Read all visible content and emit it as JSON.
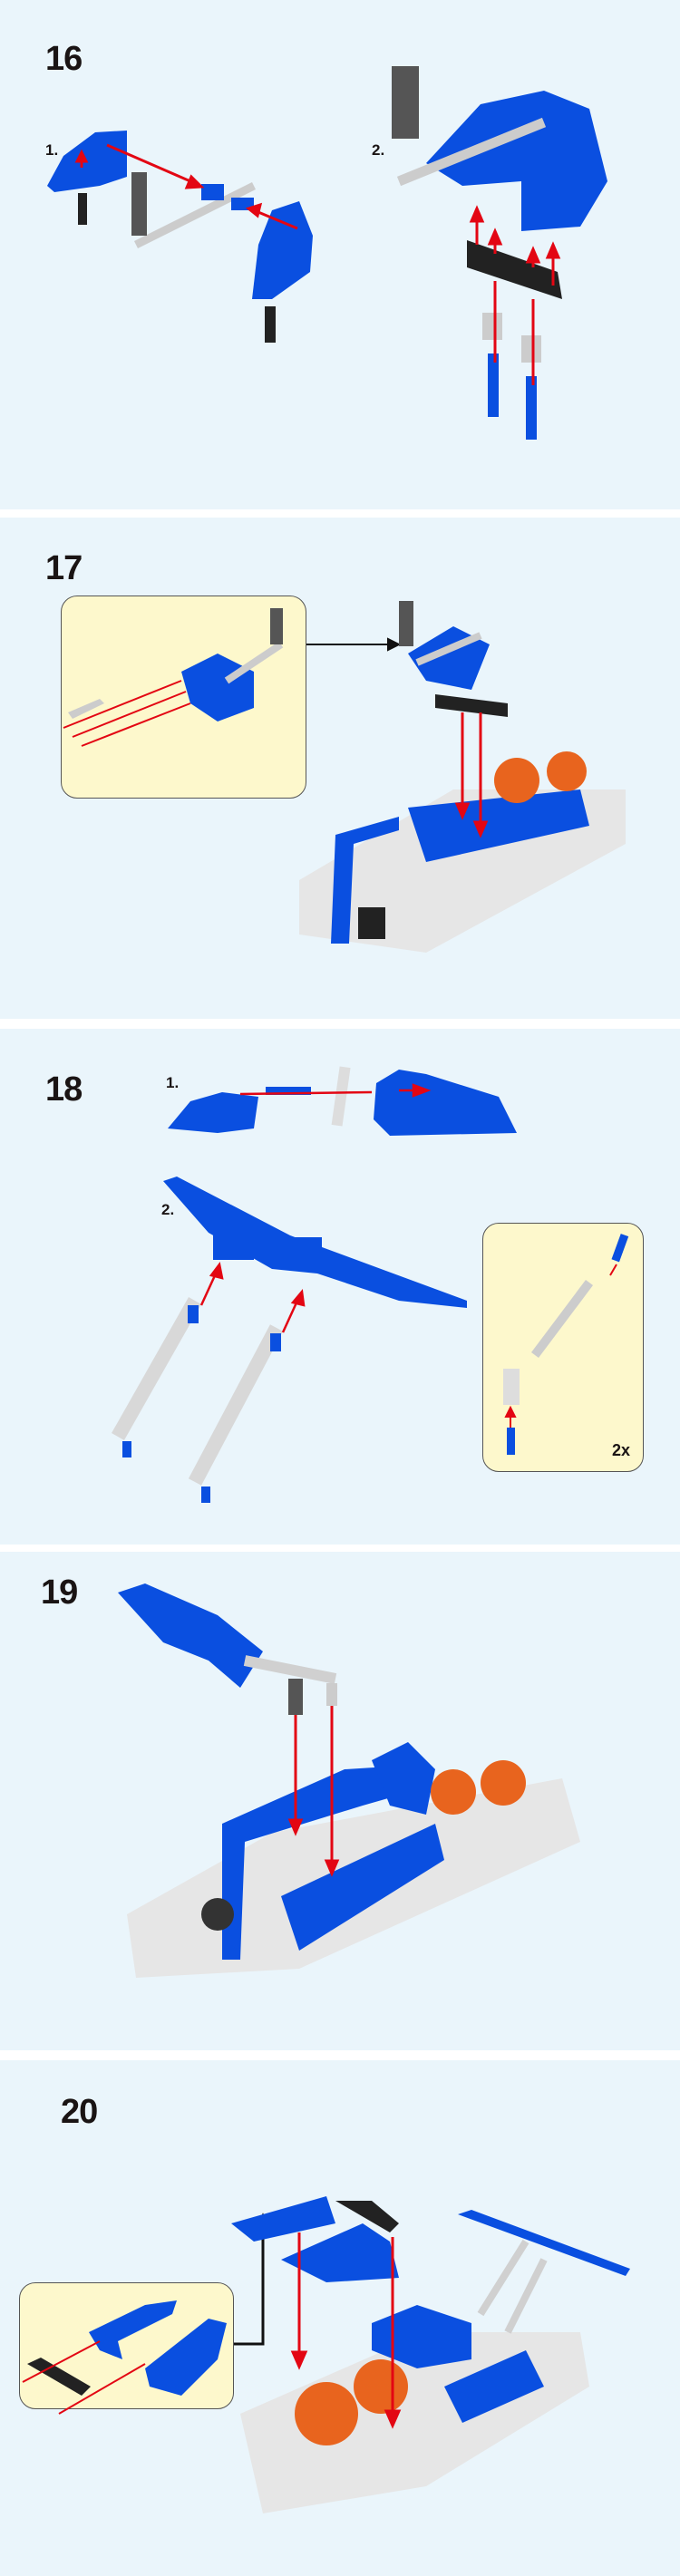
{
  "steps": [
    {
      "number": "16",
      "sub_labels": [
        "1.",
        "2."
      ]
    },
    {
      "number": "17"
    },
    {
      "number": "18",
      "sub_labels": [
        "1.",
        "2."
      ],
      "callout_multiplier": "2x"
    },
    {
      "number": "19"
    },
    {
      "number": "20"
    }
  ],
  "colors": {
    "background": "#eaf5fb",
    "part_blue": "#0a4fe0",
    "part_grey": "#d6d6d6",
    "part_black": "#222222",
    "part_orange": "#e8641e",
    "arrow_red": "#e30613",
    "callout_bg": "#fdf8cc"
  }
}
